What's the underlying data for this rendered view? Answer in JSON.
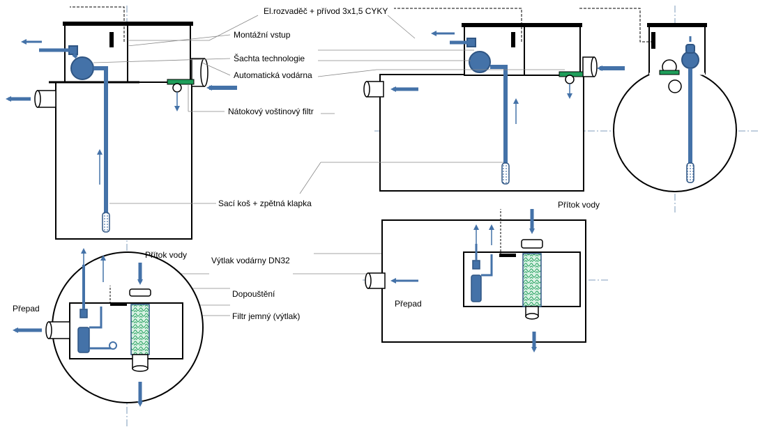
{
  "labels": {
    "rozvadec": "El.rozvaděč + přívod 3x1,5 CYKY",
    "montazni_vstup": "Montážní vstup",
    "sachta": "Šachta technologie",
    "vodarna": "Automatická vodárna",
    "filtr_natok": "Nátokový voštinový filtr",
    "saci_kos": "Sací koš + zpětná klapka",
    "pritok_left": "Přítok vody",
    "pritok_right": "Přítok vody",
    "vytlak": "Výtlak vodárny DN32",
    "dopousteni": "Dopouštění",
    "filtr_jemny": "Filtr jemný (výtlak)",
    "prepad_left": "Přepad",
    "prepad_right": "Přepad"
  },
  "colors": {
    "pipe": "#4472a8",
    "pipe_dark": "#2f5583",
    "filter_green": "#1f9e5a",
    "filter_fill": "#d9f2e4",
    "outline": "#000000",
    "axis": "#5a7fa8"
  }
}
